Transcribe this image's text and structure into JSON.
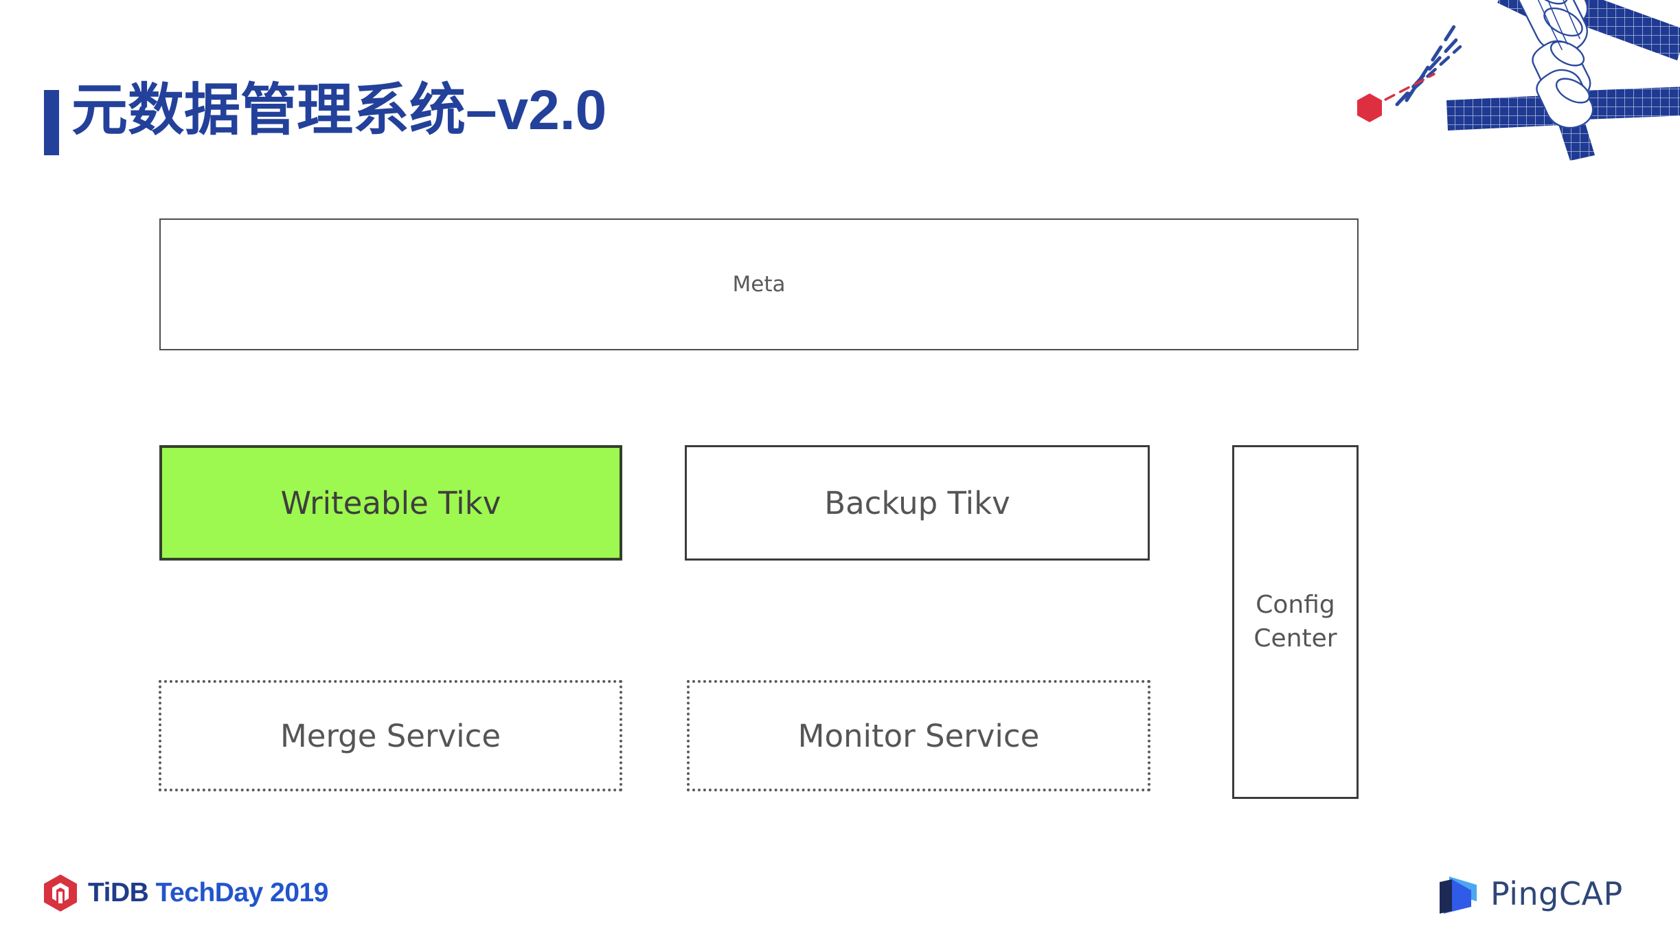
{
  "slide": {
    "title": "元数据管理系统–v2.0",
    "accent_color": "#23419A"
  },
  "diagram": {
    "boxes": [
      {
        "id": "meta",
        "label": "Meta",
        "style": "solid-thin",
        "fill": "#ffffff",
        "border": "#4d4d4d"
      },
      {
        "id": "writeable",
        "label": "Writeable Tikv",
        "style": "solid",
        "fill": "#9DF84F",
        "border": "#32402b"
      },
      {
        "id": "backup",
        "label": "Backup Tikv",
        "style": "solid",
        "fill": "#ffffff",
        "border": "#3b3b3b"
      },
      {
        "id": "config",
        "label": "Config\nCenter",
        "style": "solid",
        "fill": "#ffffff",
        "border": "#3b3b3b"
      },
      {
        "id": "merge",
        "label": "Merge Service",
        "style": "dotted",
        "fill": "#ffffff",
        "border": "#5a5a5a"
      },
      {
        "id": "monitor",
        "label": "Monitor Service",
        "style": "dotted",
        "fill": "#ffffff",
        "border": "#5a5a5a"
      }
    ],
    "config_line1": "Config",
    "config_line2": "Center"
  },
  "footer": {
    "event_name_bold": "TiDB",
    "event_name_rest": " TechDay 2019",
    "brand": "PingCAP",
    "tidb_logo_color": "#D8323F",
    "pingcap_colors": {
      "light": "#4DA6F0",
      "mid": "#2F5BE8",
      "dark": "#1C2A55",
      "word": "#2E4677"
    }
  }
}
